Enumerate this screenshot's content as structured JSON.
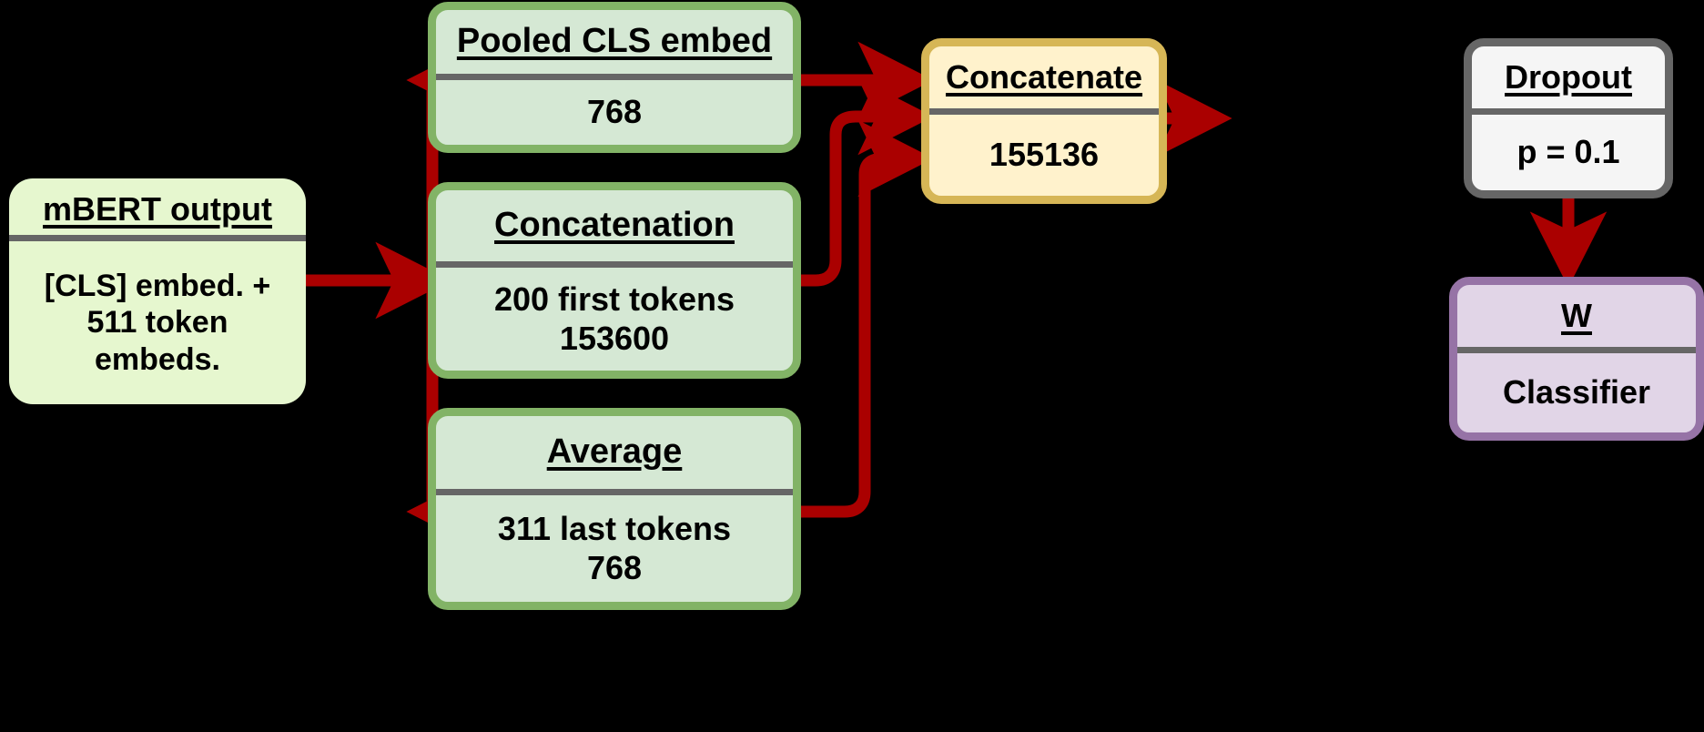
{
  "diagram": {
    "title": "mBERT classification head architecture",
    "background_color": "#000000",
    "arrow_color": "#aa0000",
    "divider_color": "#666666"
  },
  "nodes": {
    "mbert_output": {
      "title": "mBERT output",
      "body": "[CLS] embed. +\n511 token\nembeds.",
      "fill": "#e6f7cf",
      "stroke": "#e6f7cf"
    },
    "pooled_cls": {
      "title": "Pooled CLS embed",
      "body": "768",
      "fill": "#d5e8d4",
      "stroke": "#82b366"
    },
    "concatenation": {
      "title": "Concatenation",
      "body": "200 first tokens\n153600",
      "fill": "#d5e8d4",
      "stroke": "#82b366"
    },
    "average": {
      "title": "Average",
      "body": "311 last tokens\n768",
      "fill": "#d5e8d4",
      "stroke": "#82b366"
    },
    "concatenate": {
      "title": "Concatenate",
      "body": "155136",
      "fill": "#fff2cc",
      "stroke": "#d6b656"
    },
    "dropout": {
      "title": "Dropout",
      "body": "p = 0.1",
      "fill": "#f5f5f5",
      "stroke": "#666666"
    },
    "classifier": {
      "title": "W",
      "body": "Classifier",
      "fill": "#e1d5e7",
      "stroke": "#9673a6"
    }
  },
  "edges": [
    {
      "name": "mbert-to-pooled-cls",
      "from": "mbert_output",
      "to": "pooled_cls"
    },
    {
      "name": "mbert-to-concatenation",
      "from": "mbert_output",
      "to": "concatenation"
    },
    {
      "name": "mbert-to-average",
      "from": "mbert_output",
      "to": "average"
    },
    {
      "name": "pooled-cls-to-concatenate",
      "from": "pooled_cls",
      "to": "concatenate"
    },
    {
      "name": "concatenation-to-concatenate",
      "from": "concatenation",
      "to": "concatenate"
    },
    {
      "name": "average-to-concatenate",
      "from": "average",
      "to": "concatenate"
    },
    {
      "name": "concatenate-to-dropout",
      "from": "concatenate",
      "to": "dropout"
    },
    {
      "name": "dropout-to-classifier",
      "from": "dropout",
      "to": "classifier"
    }
  ]
}
